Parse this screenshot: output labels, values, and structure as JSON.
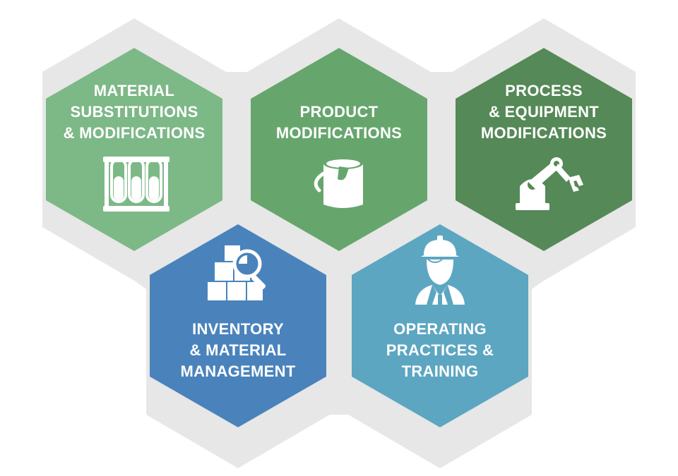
{
  "hexagons": [
    {
      "id": "material-substitutions",
      "lines": [
        "MATERIAL",
        "SUBSTITUTIONS",
        "& MODIFICATIONS"
      ],
      "icon": "test-tubes-icon",
      "color": "#7db887"
    },
    {
      "id": "product-modifications",
      "lines": [
        "PRODUCT",
        "MODIFICATIONS"
      ],
      "icon": "paint-bucket-icon",
      "color": "#66a66d"
    },
    {
      "id": "process-equipment",
      "lines": [
        "PROCESS",
        "& EQUIPMENT",
        "MODIFICATIONS"
      ],
      "icon": "robotic-arm-icon",
      "color": "#558957"
    },
    {
      "id": "inventory-management",
      "lines": [
        "INVENTORY",
        "& MATERIAL",
        "MANAGEMENT"
      ],
      "icon": "boxes-magnifier-icon",
      "color": "#4a83bc"
    },
    {
      "id": "operating-practices",
      "lines": [
        "OPERATING",
        "PRACTICES &",
        "TRAINING"
      ],
      "icon": "worker-icon",
      "color": "#5ca6c1"
    }
  ],
  "background_color": "#e6e7e6"
}
